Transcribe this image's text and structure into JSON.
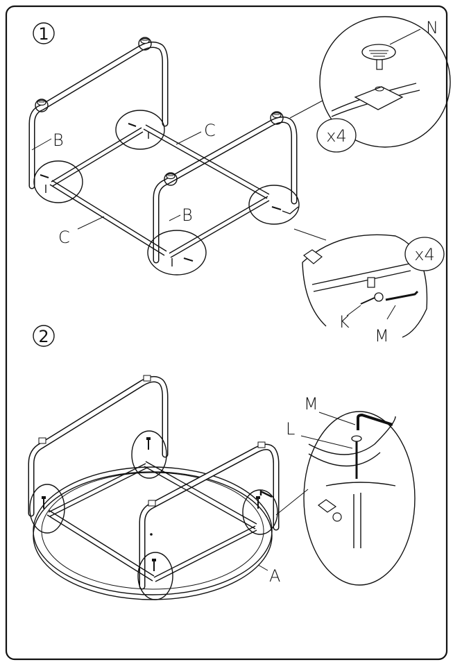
{
  "steps": {
    "step1": "1",
    "step2": "2"
  },
  "labels": {
    "B": "B",
    "C": "C",
    "N": "N",
    "K": "K",
    "M": "M",
    "L": "L",
    "A": "A"
  },
  "quantities": {
    "n_qty": "x4",
    "k_qty": "x4"
  }
}
